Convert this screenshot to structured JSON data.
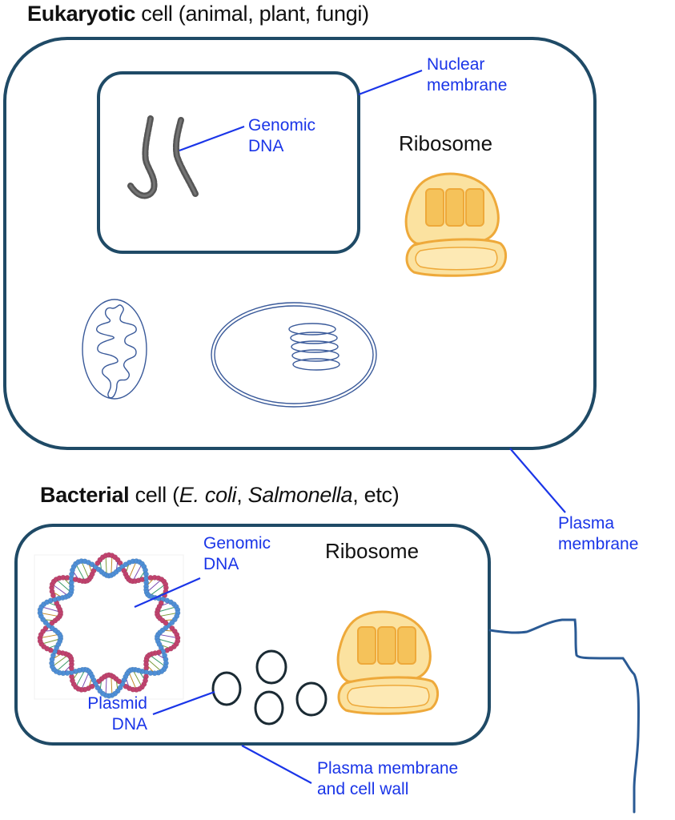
{
  "colors": {
    "membrane": "#1f4a66",
    "label": "#1a35e8",
    "organelle_outline": "#3a5a9a",
    "plasmid": "#1a2a33",
    "ribosome_fill": "#fbe2a0",
    "ribosome_inner": "#f5c25a",
    "ribosome_stroke": "#eea93a",
    "flagellum": "#2a5a94",
    "dna_strand_a": "#c0436e",
    "dna_strand_b": "#4f8fd6"
  },
  "eukaryote": {
    "title_bold": "Eukaryotic",
    "title_rest": " cell (animal, plant, fungi)",
    "labels": {
      "nuclear_membrane_line1": "Nuclear",
      "nuclear_membrane_line2": "membrane",
      "genomic_dna_line1": "Genomic",
      "genomic_dna_line2": "DNA",
      "ribosome": "Ribosome",
      "plasma_membrane_line1": "Plasma",
      "plasma_membrane_line2": "membrane"
    }
  },
  "bacterium": {
    "title_bold": "Bacterial",
    "title_mid1": " cell (",
    "title_italic1": "E. coli",
    "title_mid2": ", ",
    "title_italic2": "Salmonella",
    "title_end": ", etc)",
    "labels": {
      "genomic_dna_line1": "Genomic",
      "genomic_dna_line2": "DNA",
      "ribosome": "Ribosome",
      "plasmid_dna_line1": "Plasmid",
      "plasmid_dna_line2": "DNA",
      "wall_line1": "Plasma membrane",
      "wall_line2": "and cell wall"
    },
    "plasmid_count": 4
  }
}
